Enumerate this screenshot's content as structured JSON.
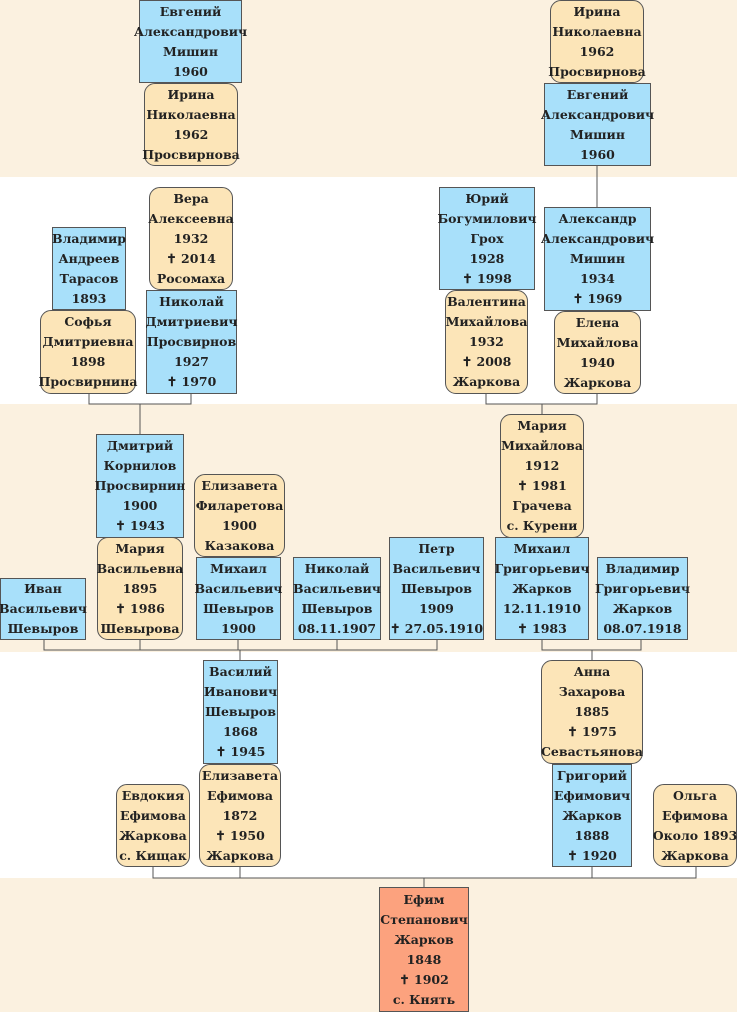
{
  "colors": {
    "male": "#a8e0fa",
    "female": "#fce5b8",
    "root": "#fca27e",
    "band": "#fbf1e0",
    "line": "#555555"
  },
  "people": [
    {
      "id": "mishin_e",
      "lines": [
        "Евгений",
        "Александрович",
        "Мишин",
        "1960"
      ]
    },
    {
      "id": "prosvirnova_i",
      "lines": [
        "Ирина",
        "Николаевна",
        "1962",
        "Просвирнова"
      ]
    },
    {
      "id": "prosvirnova_i2",
      "lines": [
        "Ирина",
        "Николаевна",
        "1962",
        "Просвирнова"
      ]
    },
    {
      "id": "mishin_e2",
      "lines": [
        "Евгений",
        "Александрович",
        "Мишин",
        "1960"
      ]
    },
    {
      "id": "rosomaha_v",
      "lines": [
        "Вера",
        "Алексеевна",
        "1932",
        "✝ 2014",
        "Росомаха"
      ]
    },
    {
      "id": "tarasov_v",
      "lines": [
        "Владимир",
        "Андреев",
        "Тарасов",
        "1893"
      ]
    },
    {
      "id": "prosvirnin_s",
      "lines": [
        "Софья",
        "Дмитриевна",
        "1898",
        "Просвирнина"
      ]
    },
    {
      "id": "prosvirnov_n",
      "lines": [
        "Николай",
        "Дмитриевич",
        "Просвирнов",
        "1927",
        "✝ 1970"
      ]
    },
    {
      "id": "groh_y",
      "lines": [
        "Юрий",
        "Богумилович",
        "Грох",
        "1928",
        "✝ 1998"
      ]
    },
    {
      "id": "zharkova_val",
      "lines": [
        "Валентина",
        "Михайлова",
        "1932",
        "✝ 2008",
        "Жаркова"
      ]
    },
    {
      "id": "mishin_a",
      "lines": [
        "Александр",
        "Александрович",
        "Мишин",
        "1934",
        "✝ 1969"
      ]
    },
    {
      "id": "zharkova_el",
      "lines": [
        "Елена",
        "Михайлова",
        "1940",
        "Жаркова"
      ]
    },
    {
      "id": "prosvirnin_d",
      "lines": [
        "Дмитрий",
        "Корнилов",
        "Просвирнин",
        "1900",
        "✝ 1943"
      ]
    },
    {
      "id": "kazakova_e",
      "lines": [
        "Елизавета",
        "Филаретова",
        "1900",
        "Казакова"
      ]
    },
    {
      "id": "gracheva_m",
      "lines": [
        "Мария",
        "Михайлова",
        "1912",
        "✝ 1981",
        "Грачева",
        "с. Курени"
      ]
    },
    {
      "id": "shevyrov_i",
      "lines": [
        "Иван",
        "Васильевич",
        "Шевыров"
      ]
    },
    {
      "id": "shevyrova_m",
      "lines": [
        "Мария",
        "Васильевна",
        "1895",
        "✝ 1986",
        "Шевырова"
      ]
    },
    {
      "id": "shevyrov_m",
      "lines": [
        "Михаил",
        "Васильевич",
        "Шевыров",
        "1900"
      ]
    },
    {
      "id": "shevyrov_n",
      "lines": [
        "Николай",
        "Васильевич",
        "Шевыров",
        "08.11.1907"
      ]
    },
    {
      "id": "shevyrov_p",
      "lines": [
        "Петр",
        "Васильевич",
        "Шевыров",
        "1909",
        "✝ 27.05.1910"
      ]
    },
    {
      "id": "zharkov_m",
      "lines": [
        "Михаил",
        "Григорьевич",
        "Жарков",
        "12.11.1910",
        "✝ 1983"
      ]
    },
    {
      "id": "zharkov_v",
      "lines": [
        "Владимир",
        "Григорьевич",
        "Жарков",
        "08.07.1918"
      ]
    },
    {
      "id": "shevyrov_v",
      "lines": [
        "Василий",
        "Иванович",
        "Шевыров",
        "1868",
        "✝ 1945"
      ]
    },
    {
      "id": "sevastyanova_a",
      "lines": [
        "Анна",
        "Захарова",
        "1885",
        "✝ 1975",
        "Севастьянова"
      ]
    },
    {
      "id": "zharkova_ev",
      "lines": [
        "Евдокия",
        "Ефимова",
        "Жаркова",
        "с. Кищак"
      ]
    },
    {
      "id": "zharkova_el2",
      "lines": [
        "Елизавета",
        "Ефимова",
        "1872",
        "✝ 1950",
        "Жаркова"
      ]
    },
    {
      "id": "zharkov_g",
      "lines": [
        "Григорий",
        "Ефимович",
        "Жарков",
        "1888",
        "✝ 1920"
      ]
    },
    {
      "id": "zharkova_o",
      "lines": [
        "Ольга",
        "Ефимова",
        "Около 1893",
        "Жаркова"
      ]
    },
    {
      "id": "zharkov_ef",
      "lines": [
        "Ефим",
        "Степанович",
        "Жарков",
        "1848",
        "✝ 1902",
        "с. Княть"
      ]
    }
  ]
}
